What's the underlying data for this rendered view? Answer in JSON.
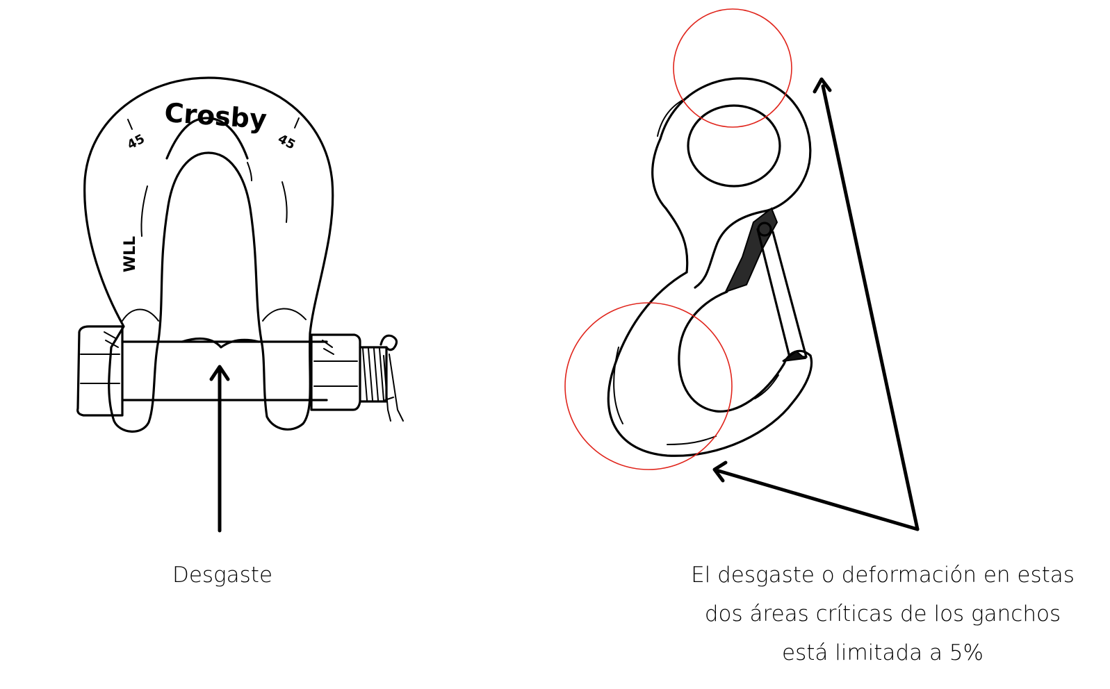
{
  "labels": {
    "shackle_arrow": "Desgaste",
    "hook_arrows": [
      "El desgaste o deformación en estas",
      "dos áreas críticas de los ganchos",
      "está limitada a 5%"
    ]
  },
  "shackle": {
    "brand": "Crosby",
    "angle_left": "45",
    "angle_right": "45",
    "rating": "WLL"
  },
  "colors": {
    "highlight_circle": "#e0241b",
    "ink": "#000000"
  }
}
